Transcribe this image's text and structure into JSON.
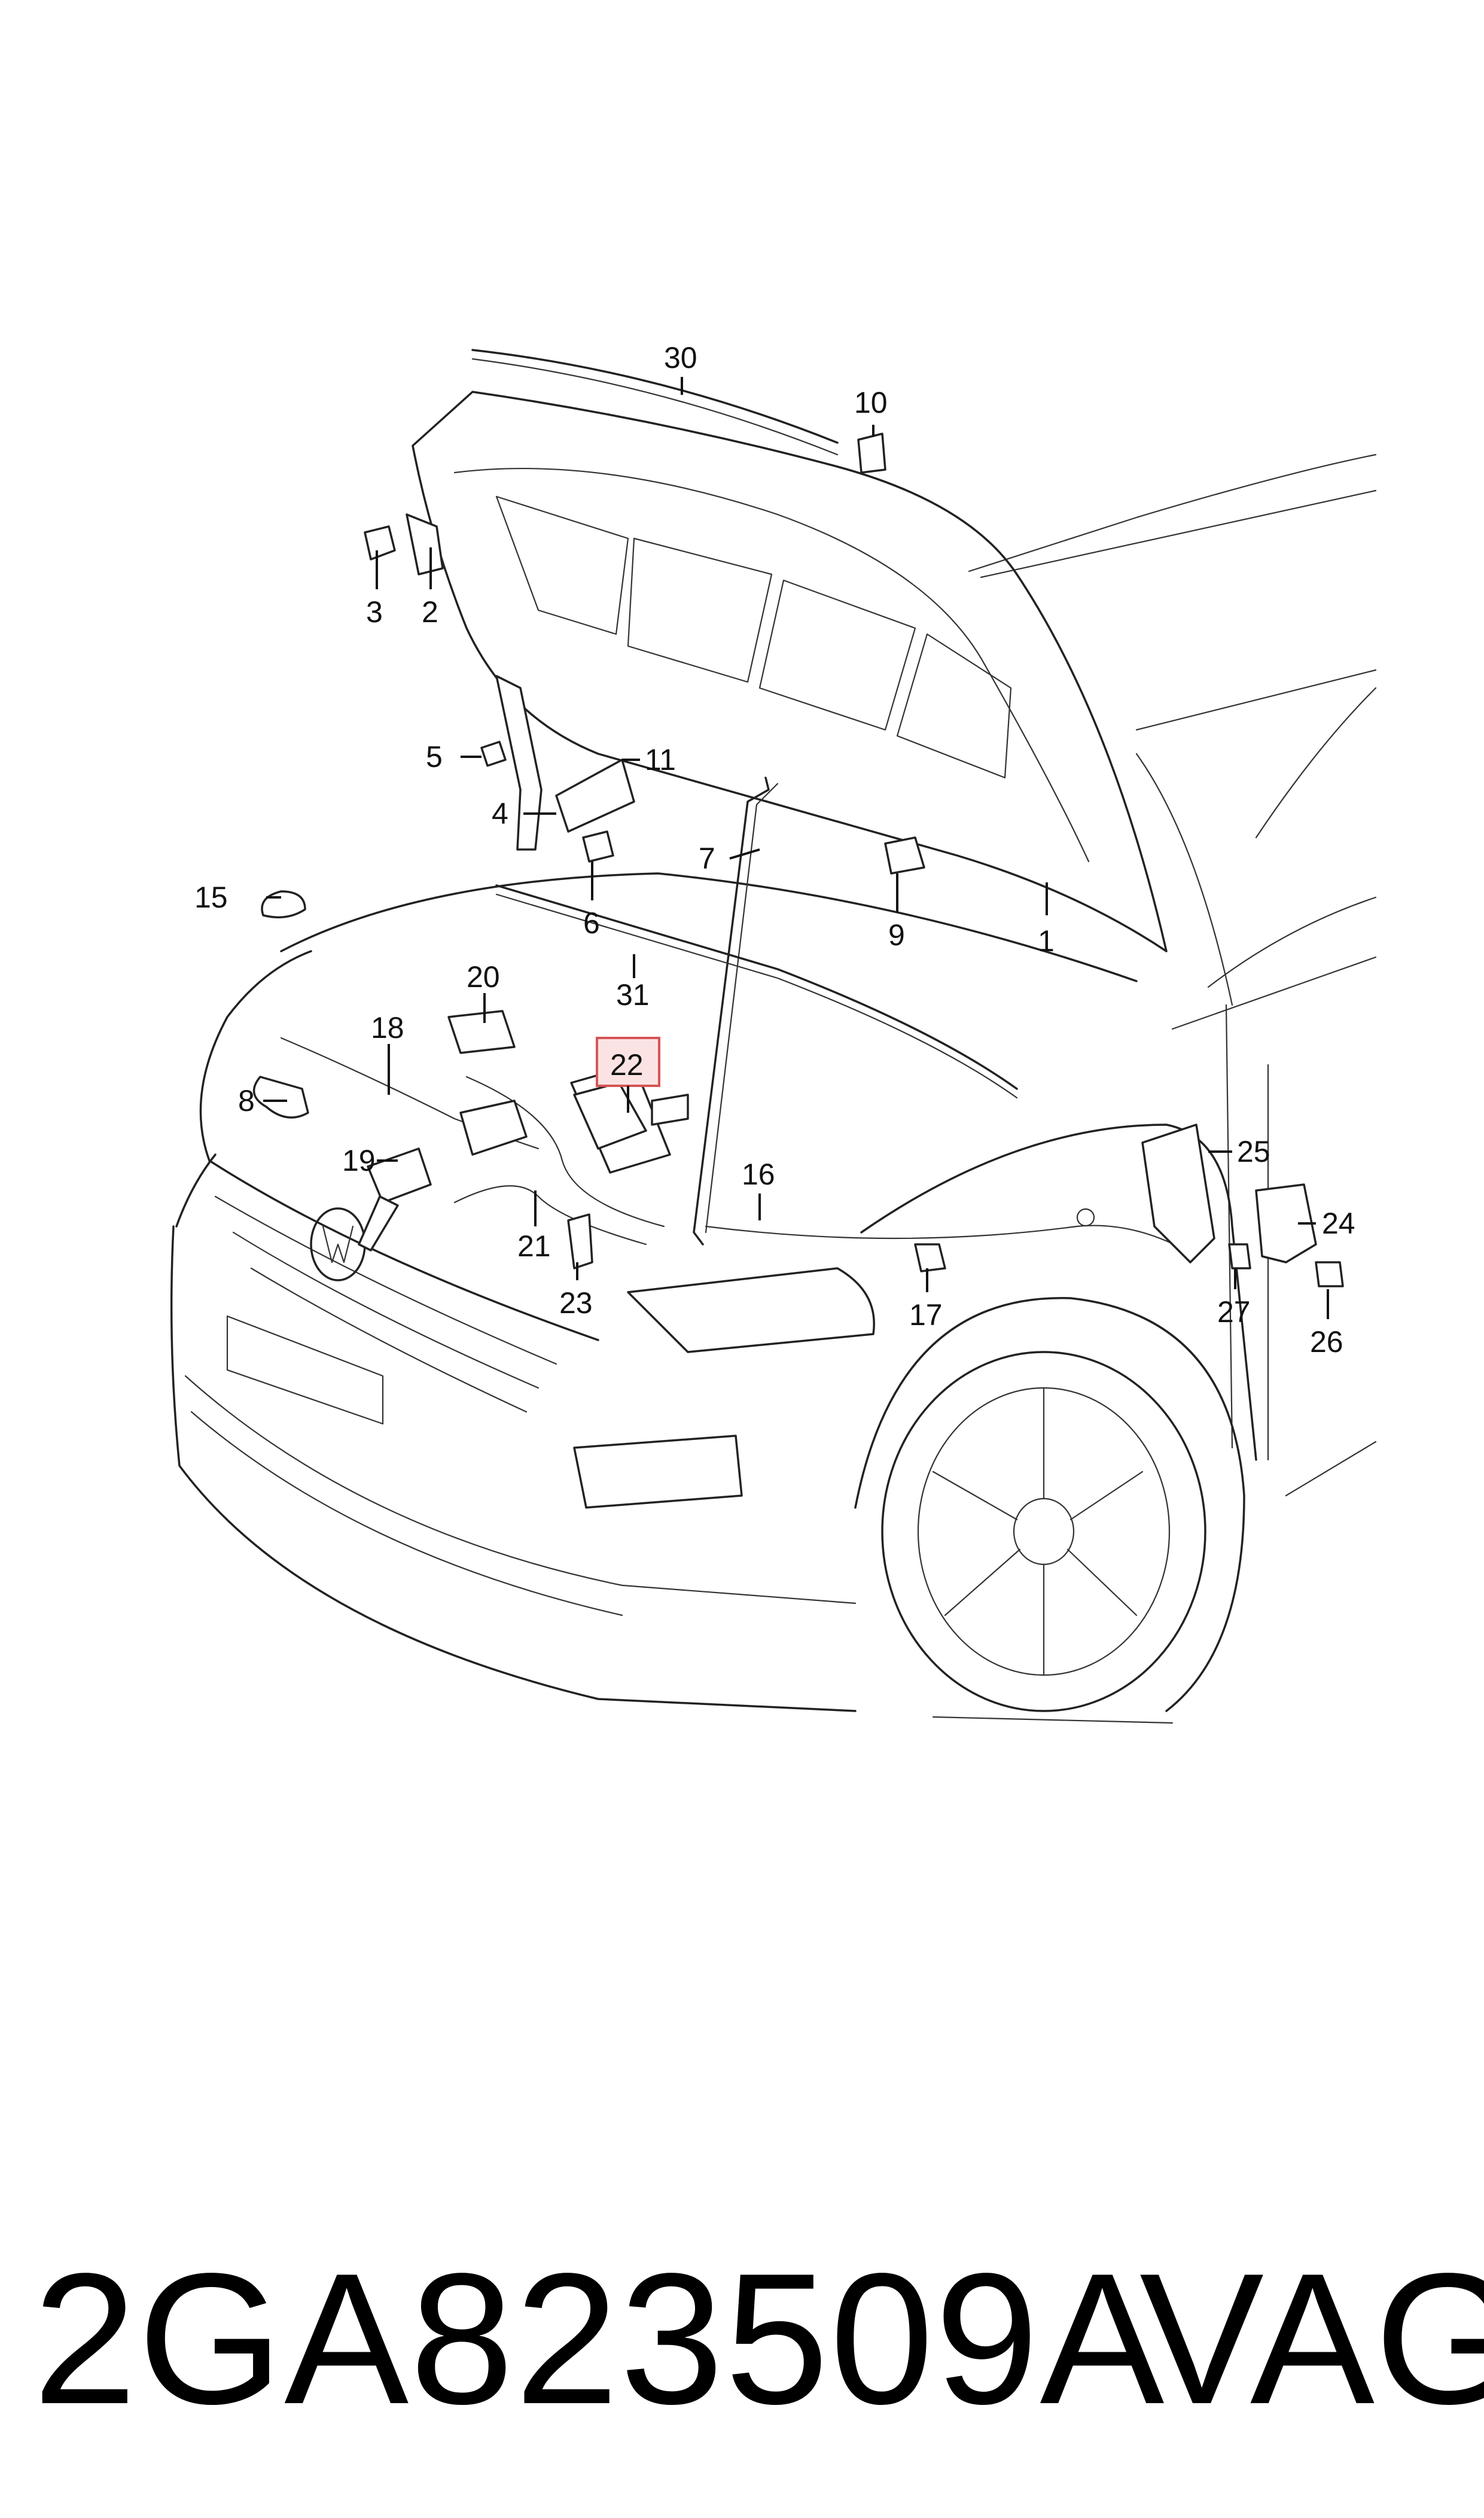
{
  "diagram": {
    "callouts": [
      {
        "id": "c1",
        "text": "1"
      },
      {
        "id": "c2",
        "text": "2"
      },
      {
        "id": "c3",
        "text": "3"
      },
      {
        "id": "c4",
        "text": "4"
      },
      {
        "id": "c5",
        "text": "5"
      },
      {
        "id": "c6",
        "text": "6"
      },
      {
        "id": "c7",
        "text": "7"
      },
      {
        "id": "c8",
        "text": "8"
      },
      {
        "id": "c9",
        "text": "9"
      },
      {
        "id": "c10",
        "text": "10"
      },
      {
        "id": "c11",
        "text": "11"
      },
      {
        "id": "c15",
        "text": "15"
      },
      {
        "id": "c16",
        "text": "16"
      },
      {
        "id": "c17",
        "text": "17"
      },
      {
        "id": "c18",
        "text": "18"
      },
      {
        "id": "c19",
        "text": "19"
      },
      {
        "id": "c20",
        "text": "20"
      },
      {
        "id": "c21",
        "text": "21"
      },
      {
        "id": "c22",
        "text": "22"
      },
      {
        "id": "c23",
        "text": "23"
      },
      {
        "id": "c24",
        "text": "24"
      },
      {
        "id": "c25",
        "text": "25"
      },
      {
        "id": "c26",
        "text": "26"
      },
      {
        "id": "c27",
        "text": "27"
      },
      {
        "id": "c30",
        "text": "30"
      },
      {
        "id": "c31",
        "text": "31"
      }
    ],
    "highlighted_callout": "22",
    "highlight_color": "#fbe3e3",
    "highlight_border_color": "#d55555",
    "line_color": "#222222"
  },
  "footer": {
    "part_number": "2GA823509A",
    "brand": "VAG"
  }
}
